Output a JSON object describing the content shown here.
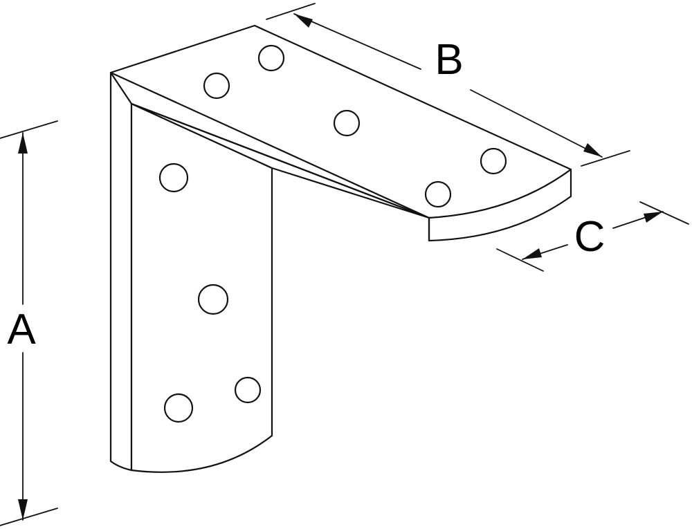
{
  "dimensions": {
    "a": {
      "label": "A"
    },
    "b": {
      "label": "B"
    },
    "c": {
      "label": "C"
    }
  },
  "colors": {
    "line": "#111111",
    "background": "#ffffff"
  }
}
